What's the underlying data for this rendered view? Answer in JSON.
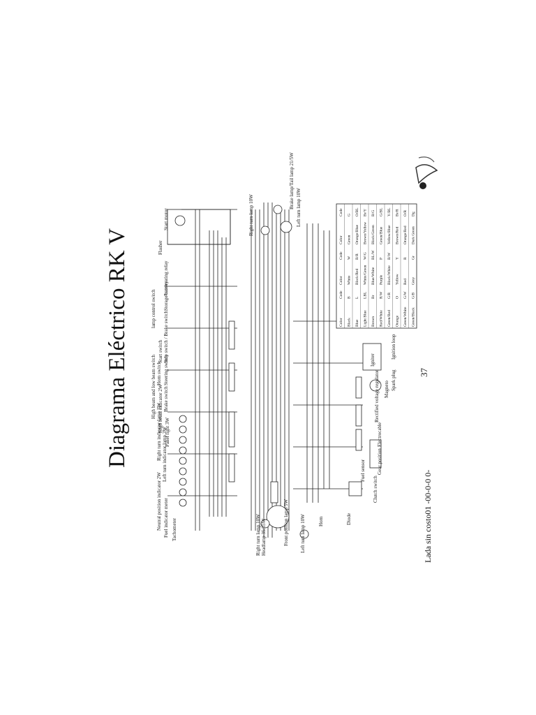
{
  "document": {
    "title": "Diagrama Eléctrico RK V",
    "page_number": "37",
    "footer": "Lada sin costo01 -00-0-0 0-"
  },
  "labels": {
    "start_motor": "Start motor",
    "flasher": "Flasher",
    "accelerating_relay": "Accelerating relay",
    "lamp_control_switch": "lamp control switch",
    "storage_battery": "Storage battery",
    "start_switch": "Start switch",
    "stop_switch": "Stop switch / Brake switch",
    "horn_switch": "Horn switch",
    "steering_switch": "Steering switch",
    "high_beam": "High beam and low beam switch",
    "high_beam_indicator": "High beam indicator 2W",
    "brake_switch": "Brake switch",
    "panel_light": "Panel light 3W",
    "right_indicator": "Right turn indicator lamp 3W",
    "left_indicator": "Left turn indicator lamp 3W",
    "neutral_indicator": "Neutral position indicator 2W",
    "fuel_indicator": "Fuel indicator meter",
    "tachometer": "Tachometer",
    "right_turn_front": "Right turn lamp 10W",
    "headlamp": "Headlamp 35/35W",
    "front_position": "Front position lamp 5W",
    "left_turn_front": "Left turn lamp 10W",
    "horn": "Horn",
    "diode": "Diode",
    "clutch_switch": "Clutch switch",
    "fuel_sensor": "Fuel sensor",
    "gear_position": "Gear position",
    "electrocable": "Electrocable",
    "rectifier": "Rectified voltage regulator",
    "magneto": "Magneto",
    "spark_plug": "Spark plug",
    "ignition_loop": "Ignition loop",
    "igniter": "Igniter",
    "right_turn_rear": "Right turn lamp 10W",
    "brake_tail": "Brake lamp/Tail lamp 21/5W",
    "left_turn_rear": "Left turn lamp 10W"
  },
  "color_table": {
    "headers": [
      "Color",
      "Code",
      "Color",
      "Code",
      "Color",
      "Code"
    ],
    "rows": [
      [
        "Black",
        "B",
        "White",
        "W",
        "Green",
        "G"
      ],
      [
        "Blue",
        "L",
        "Black/Red",
        "B/R",
        "Orange/Blue",
        "O/BL"
      ],
      [
        "Light Blue",
        "LBL",
        "White/Green",
        "W/G",
        "Brown/Yellow",
        "Br/Y"
      ],
      [
        "Brown",
        "Br",
        "Blue/White",
        "BL/W",
        "Black/Green",
        "B/G"
      ],
      [
        "Red/White",
        "R/W",
        "Purple",
        "P",
        "Green/Blue",
        "G/BL"
      ],
      [
        "Green/Red",
        "G/R",
        "Black/White",
        "B/W",
        "Yellow/Blue",
        "Y/BL"
      ],
      [
        "Orange",
        "O",
        "Yellow",
        "Y",
        "Brown/Red",
        "Br/R"
      ],
      [
        "Green/White",
        "G/W",
        "Red",
        "R",
        "Orange/Red",
        "O/R"
      ],
      [
        "Green/Black",
        "G/B",
        "Grey",
        "Gr",
        "Dark Green",
        "Dg"
      ]
    ]
  }
}
